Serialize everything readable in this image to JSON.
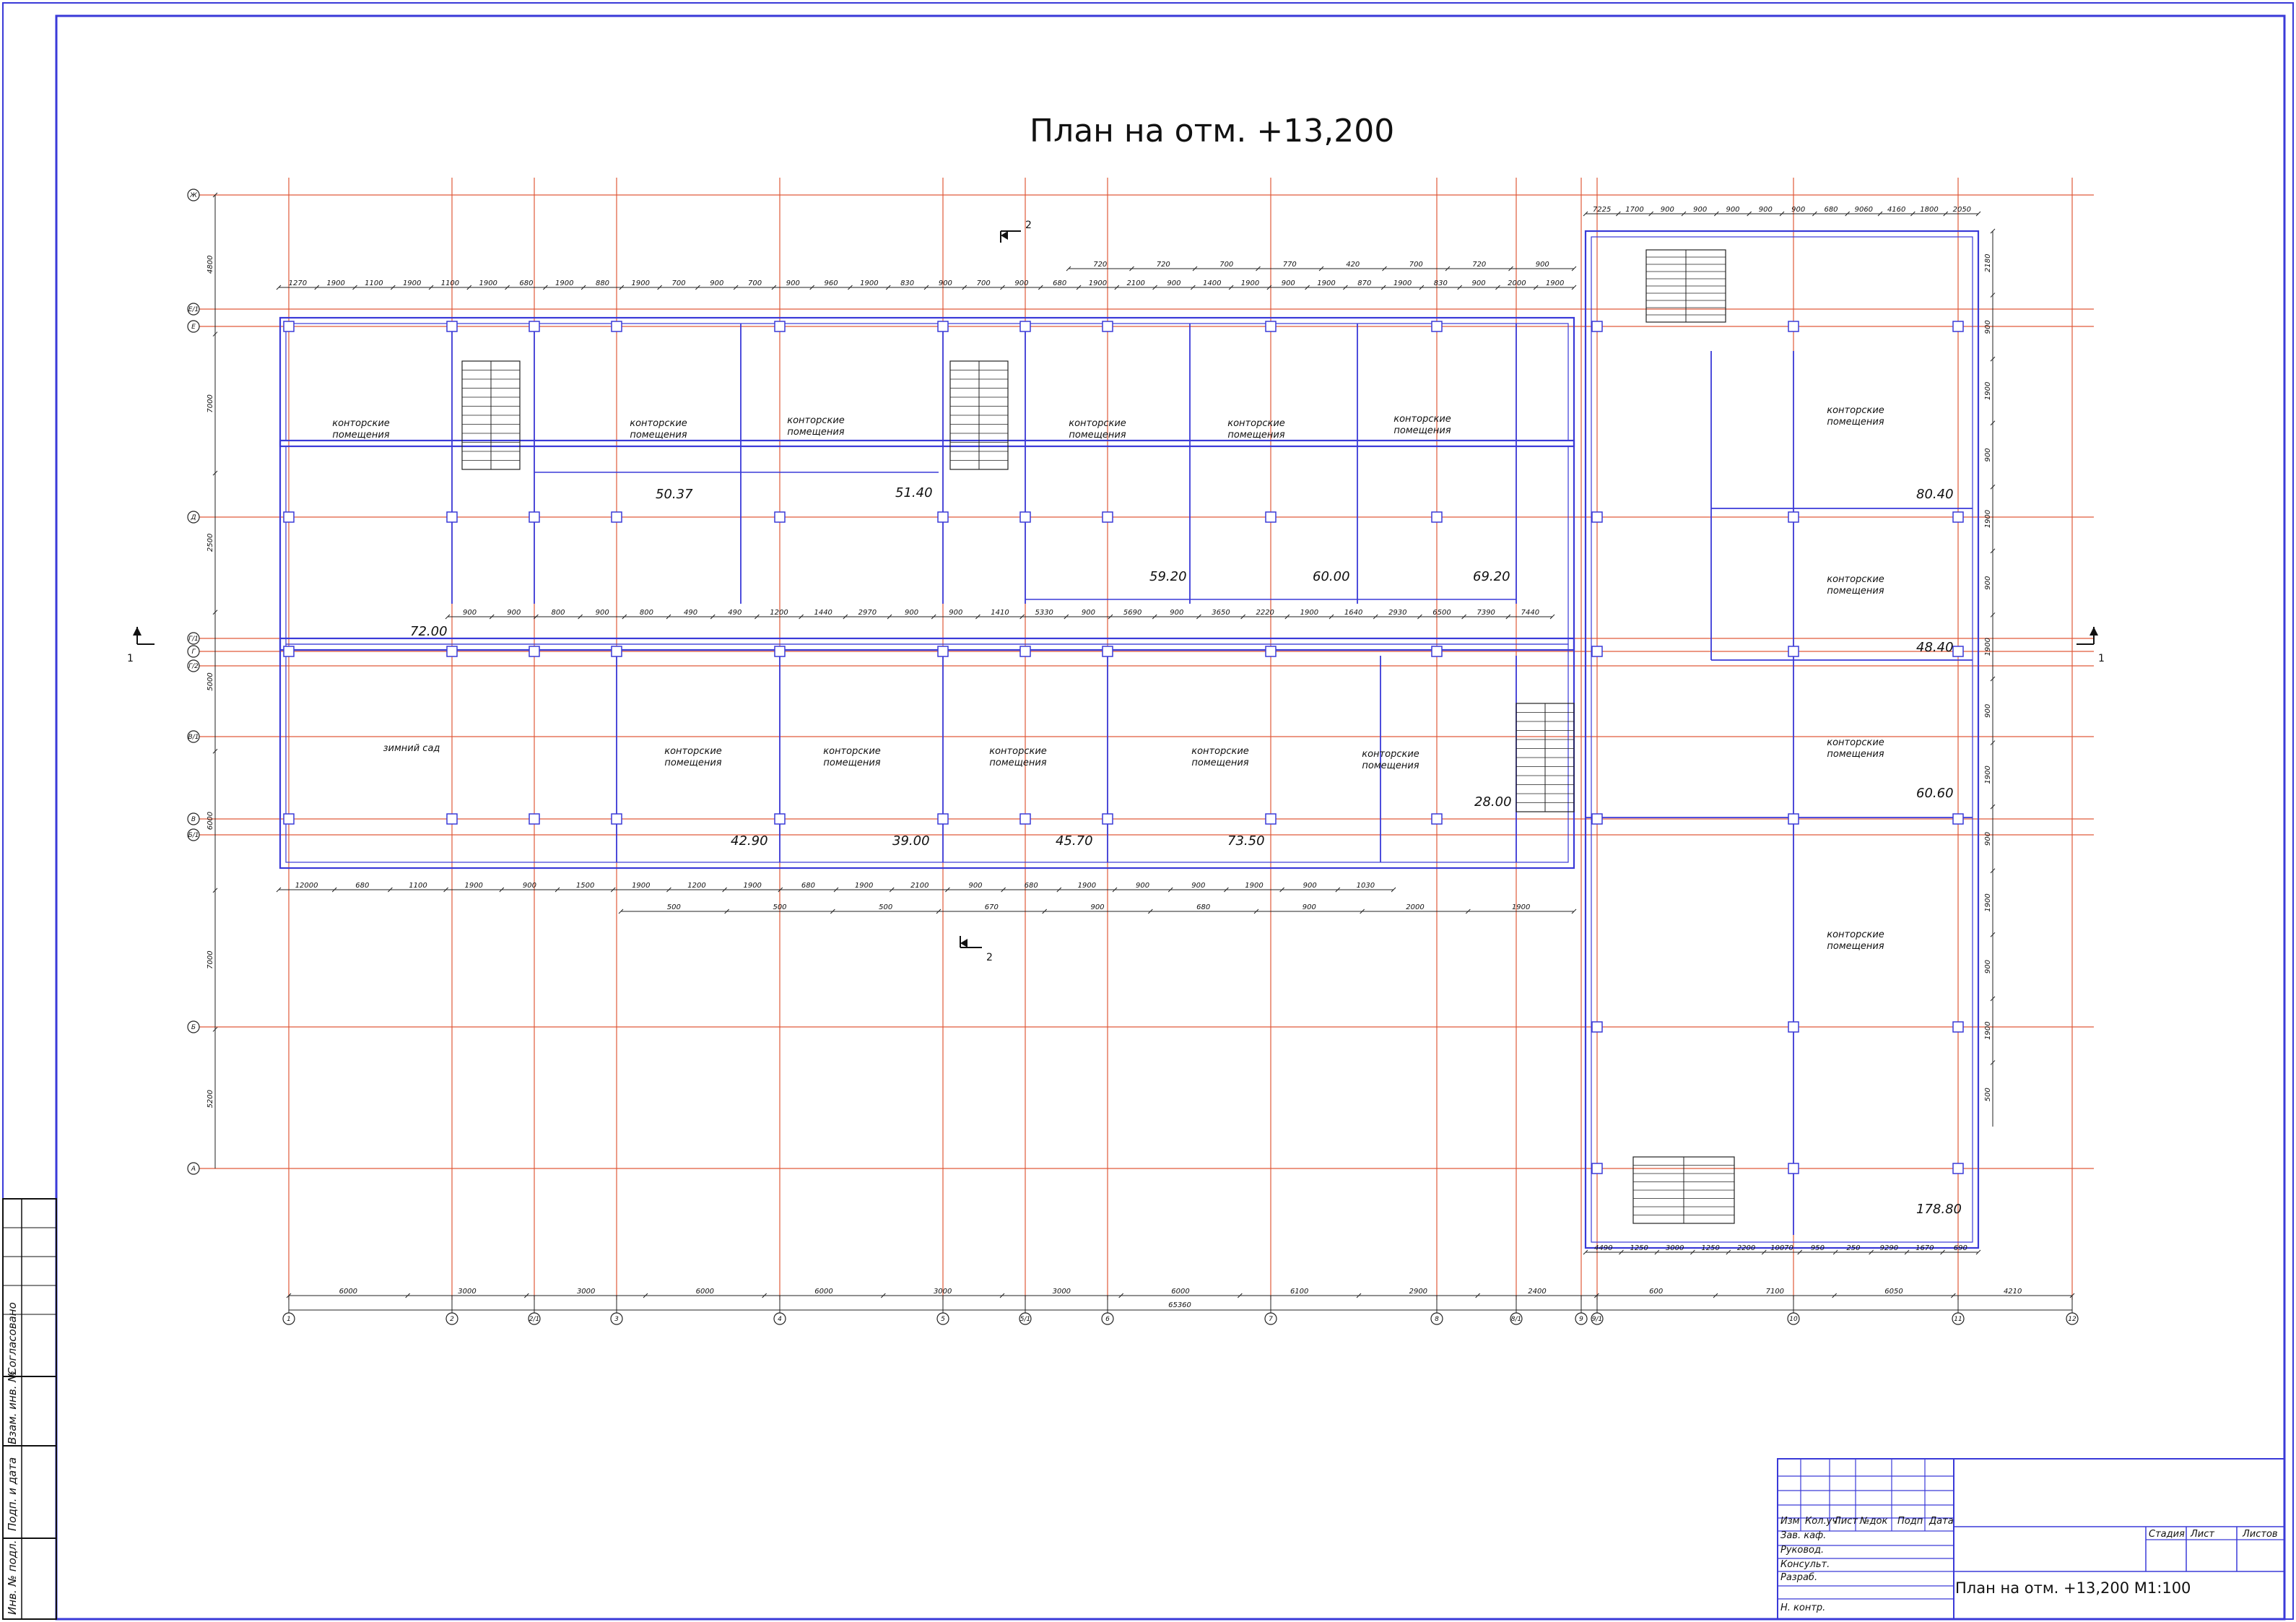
{
  "title": "План на отм. +13,200",
  "section_cuts": [
    "2",
    "2",
    "1",
    "1"
  ],
  "room_labels": {
    "office_line1": "конторские",
    "office_line2": "помещения",
    "winter_garden": "зимний сад"
  },
  "areas": [
    "72.00",
    "50.37",
    "51.40",
    "59.20",
    "60.00",
    "69.20",
    "80.40",
    "48.40",
    "42.90",
    "39.00",
    "45.70",
    "73.50",
    "28.00",
    "60.60",
    "178.80"
  ],
  "vertical_axes": [
    "1",
    "2",
    "2/1",
    "3",
    "4",
    "5",
    "5/1",
    "6",
    "7",
    "8",
    "8/1",
    "9",
    "9/1",
    "10",
    "11",
    "12"
  ],
  "horizontal_axes": [
    "Ж",
    "Е/1",
    "Е",
    "Д",
    "Г/1",
    "Г",
    "Г/2",
    "В/1",
    "В",
    "Б/1",
    "Б",
    "А"
  ],
  "dimensions": {
    "top_chain": [
      "1270",
      "1900",
      "1100",
      "1900",
      "1100",
      "1900",
      "680",
      "1900",
      "880",
      "1900",
      "700",
      "900",
      "700",
      "900",
      "960",
      "1900",
      "830",
      "900",
      "700",
      "900",
      "680",
      "1900",
      "2100",
      "900",
      "1400",
      "1900",
      "900",
      "1900",
      "870",
      "1900",
      "830",
      "900",
      "2000",
      "1900"
    ],
    "top_extra": [
      "720",
      "720",
      "700",
      "770",
      "420",
      "700",
      "720",
      "900"
    ],
    "mid_chain": [
      "900",
      "900",
      "800",
      "900",
      "800",
      "490",
      "490",
      "1200",
      "1440",
      "2970",
      "900",
      "900",
      "1410",
      "5330",
      "900",
      "5690",
      "900",
      "3650",
      "2220",
      "1900",
      "1640",
      "2930",
      "6500",
      "7390",
      "7440"
    ],
    "bottom_chain": [
      "12000",
      "680",
      "1100",
      "1900",
      "900",
      "1500",
      "1900",
      "1200",
      "1900",
      "680",
      "1900",
      "2100",
      "900",
      "680",
      "1900",
      "900",
      "900",
      "1900",
      "900",
      "1030"
    ],
    "bottom_extra": [
      "500",
      "500",
      "500",
      "670",
      "900",
      "680",
      "900",
      "2000",
      "1900"
    ],
    "overall_chain": [
      "6000",
      "3000",
      "3000",
      "6000",
      "6000",
      "3000",
      "3000",
      "6000",
      "6100",
      "2900",
      "2400",
      "600",
      "7100",
      "6050",
      "4210"
    ],
    "overall_total": "65360",
    "left_chain": [
      "4800",
      "7000",
      "2500",
      "5000",
      "6000",
      "7000",
      "5200"
    ],
    "right_chain": [
      "2180",
      "900",
      "1900",
      "900",
      "1900",
      "900",
      "1900",
      "900",
      "1900",
      "900",
      "1900",
      "900",
      "1900",
      "500"
    ],
    "right_top": [
      "7225",
      "1700",
      "900",
      "900",
      "900",
      "900",
      "900",
      "680",
      "9060",
      "4160",
      "1800",
      "2050"
    ],
    "stair_block": [
      "4490",
      "1250",
      "3000",
      "1250",
      "2200",
      "10070",
      "950",
      "250",
      "9290",
      "1670",
      "690"
    ]
  },
  "stamp": {
    "row_headers": [
      "Изм",
      "Кол.уч",
      "Лист",
      "№док",
      "Подп",
      "Дата"
    ],
    "roles": [
      "Зав. каф.",
      "Руковод.",
      "Консульт.",
      "Разраб.",
      "",
      "Н. контр."
    ],
    "stage_headers": [
      "Стадия",
      "Лист",
      "Листов"
    ],
    "sheet_name": "План на отм. +13,200 М1:100",
    "side_labels": [
      "Согласовано",
      "Взам. инв. №",
      "Подп. и дата",
      "Инв. № подл."
    ]
  },
  "colors": {
    "frame": "#3a3ad8",
    "wall": "#3a3ad8",
    "axis": "#e05a3a",
    "dim": "#222222"
  }
}
